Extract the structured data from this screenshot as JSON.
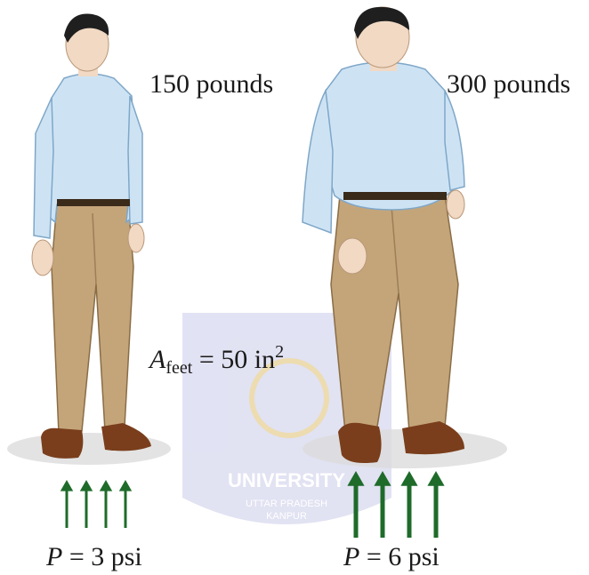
{
  "weights": {
    "light": "150 pounds",
    "heavy": "300 pounds"
  },
  "area": {
    "symbol": "A",
    "subscript": "feet",
    "equals": "= 50 in",
    "exponent": "2"
  },
  "pressure": {
    "light": {
      "symbol": "P",
      "rest": " = 3 psi",
      "arrow_count": 4
    },
    "heavy": {
      "symbol": "P",
      "rest": " = 6 psi",
      "arrow_count": 4
    }
  },
  "watermark": {
    "line1": "UNIVERSITY",
    "line2": "UTTAR PRADESH",
    "line3": "KANPUR"
  },
  "colors": {
    "shirt": "#cde3f4",
    "shirt_shadow": "#9ec3e0",
    "pants": "#c4a57a",
    "pants_shadow": "#9c7f57",
    "shoes": "#7a3e1c",
    "skin": "#f1d9c4",
    "hair": "#1f1f1f",
    "arrow": "#1e6b2a",
    "shadow": "#dcdcdc",
    "watermark": "#c9cbe9"
  }
}
